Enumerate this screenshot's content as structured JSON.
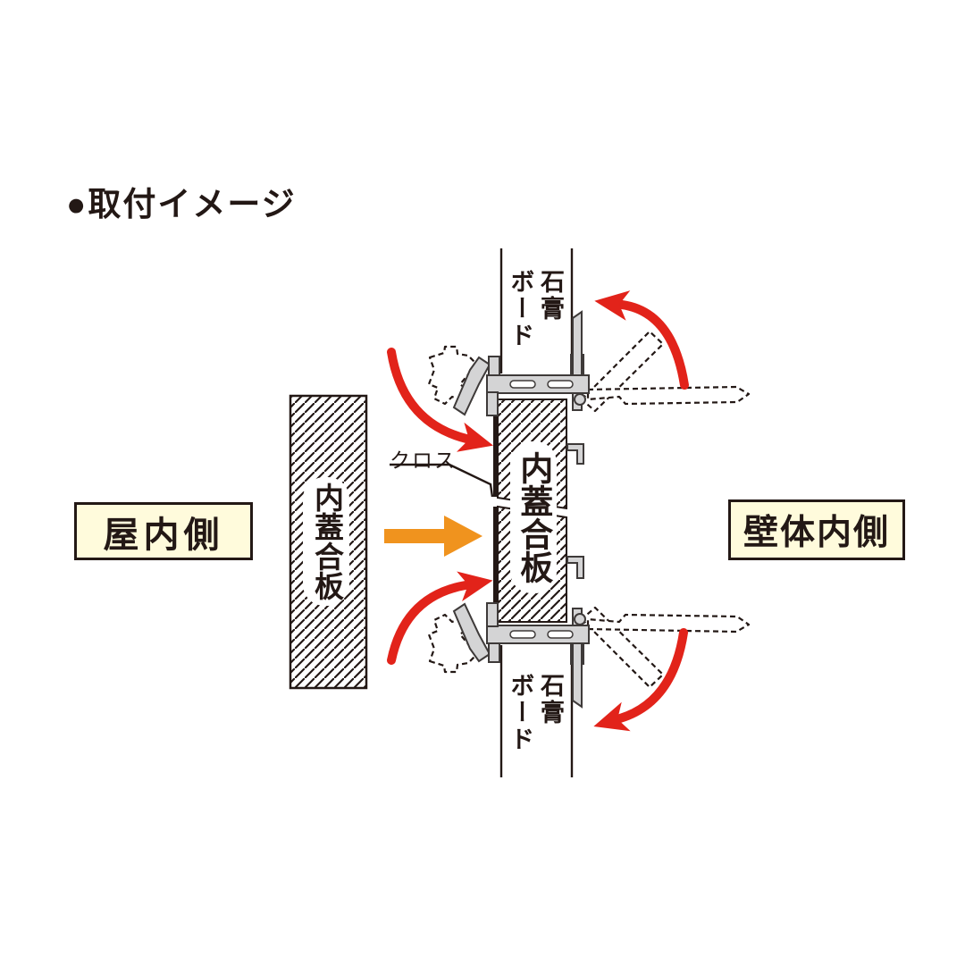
{
  "title": "●取付イメージ",
  "legend_boxes": {
    "indoor": "屋内側",
    "wall_cavity": "壁体内側"
  },
  "annotations": {
    "cloth": "クロス",
    "inner_cover_plywood": "内蓋合板",
    "gypsum_board_full": "石膏ボード",
    "gypsum_board_line1": "石膏",
    "gypsum_board_line2": "ボード"
  },
  "colors": {
    "ink": "#231815",
    "red_arrow": "#E2231A",
    "orange_arrow": "#F0931E",
    "label_box_fill": "#FFFBDC",
    "metal_fill": "#D4D4D5",
    "background": "#FFFFFF"
  },
  "icons": {
    "bullet": "filled-circle-bullet",
    "insert_arrow": "right-block-arrow",
    "rotation_arrows": "curved-rotation-arrows"
  }
}
